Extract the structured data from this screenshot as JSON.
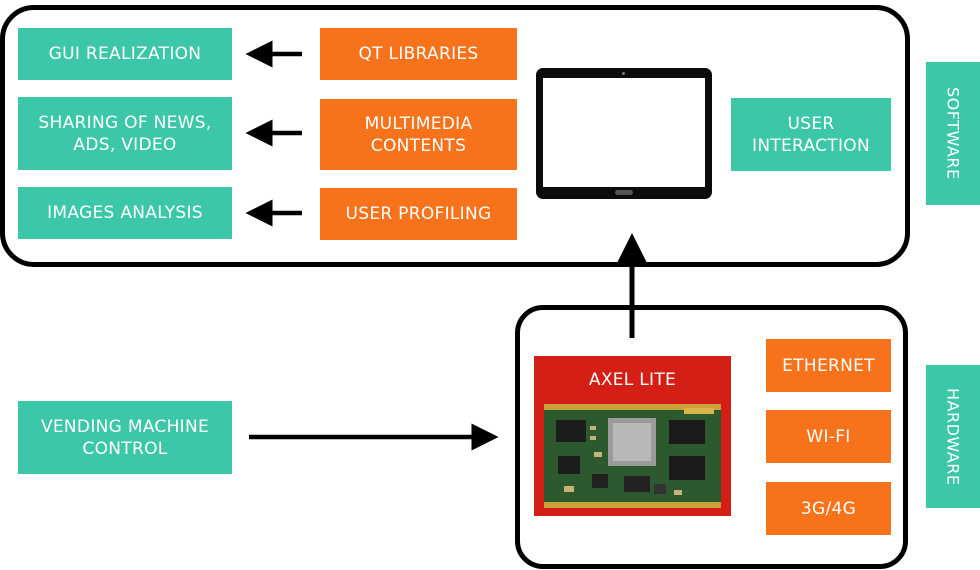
{
  "software": {
    "features": [
      "GUI REALIZATION",
      "SHARING OF NEWS,\nADS, VIDEO",
      "IMAGES ANALYSIS"
    ],
    "components": [
      "QT LIBRARIES",
      "MULTIMEDIA\nCONTENTS",
      "USER PROFILING"
    ],
    "user_interaction": "USER\nINTERACTION",
    "side_label": "SOFTWARE"
  },
  "hardware": {
    "board_name": "AXEL LITE",
    "connectivity": [
      "ETHERNET",
      "WI-FI",
      "3G/4G"
    ],
    "side_label": "HARDWARE"
  },
  "vending": "VENDING MACHINE\nCONTROL",
  "colors": {
    "teal": "#3cc7a8",
    "orange": "#f7731b",
    "board_red": "#d41f16"
  }
}
